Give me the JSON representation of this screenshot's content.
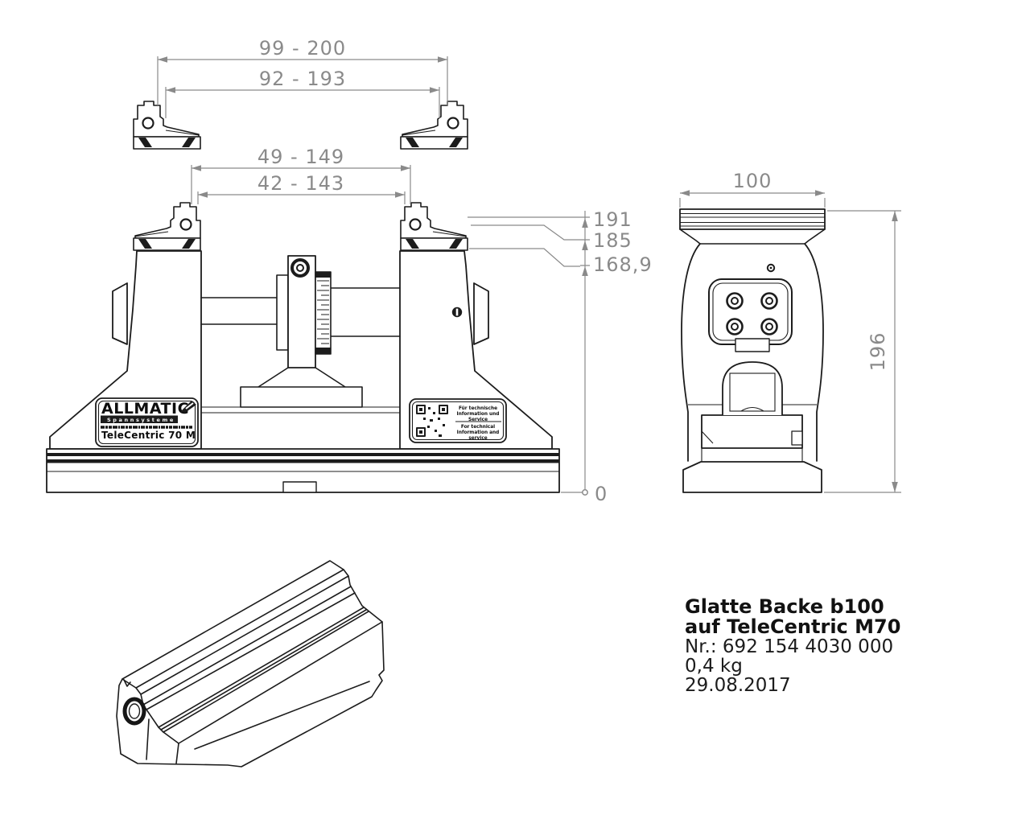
{
  "drawing": {
    "front_view": {
      "dim_outer_top": "99 - 200",
      "dim_inner_top": "92 - 193",
      "dim_outer_mid": "49 - 149",
      "dim_inner_mid": "42 - 143",
      "height_191": "191",
      "height_185": "185",
      "height_168_9": "168,9",
      "height_0": "0"
    },
    "side_view": {
      "dim_width": "100",
      "dim_height": "196"
    },
    "brand_label": {
      "brand": "ALLMATIC",
      "subtitle": "Spannsysteme",
      "model": "TeleCentric 70 M"
    },
    "service_label": {
      "de_line1": "Für technische",
      "de_line2": "Information und",
      "de_line3": "Service",
      "en_line1": "For technical",
      "en_line2": "Information and",
      "en_line3": "service"
    },
    "part_info": {
      "title_line1": "Glatte Backe b100",
      "title_line2": "auf TeleCentric M70",
      "order_number": "Nr.: 692 154 4030 000",
      "weight": "0,4 kg",
      "date": "29.08.2017"
    },
    "colors": {
      "line": "#1c1c1c",
      "dimension": "#8a8a8a",
      "background": "#ffffff"
    }
  }
}
